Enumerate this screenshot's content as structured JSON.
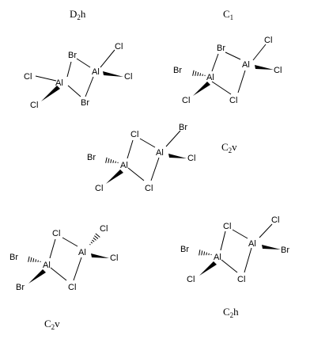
{
  "labels": {
    "d2h": {
      "main": "D",
      "sub": "2",
      "tail": "h"
    },
    "c1": {
      "main": "C",
      "sub": "1",
      "tail": ""
    },
    "c2v_a": {
      "main": "C",
      "sub": "2",
      "tail": "v"
    },
    "c2v_b": {
      "main": "C",
      "sub": "2",
      "tail": "v"
    },
    "c2h": {
      "main": "C",
      "sub": "2",
      "tail": "h"
    }
  },
  "atoms": {
    "al": "Al",
    "cl": "Cl",
    "br": "Br"
  }
}
